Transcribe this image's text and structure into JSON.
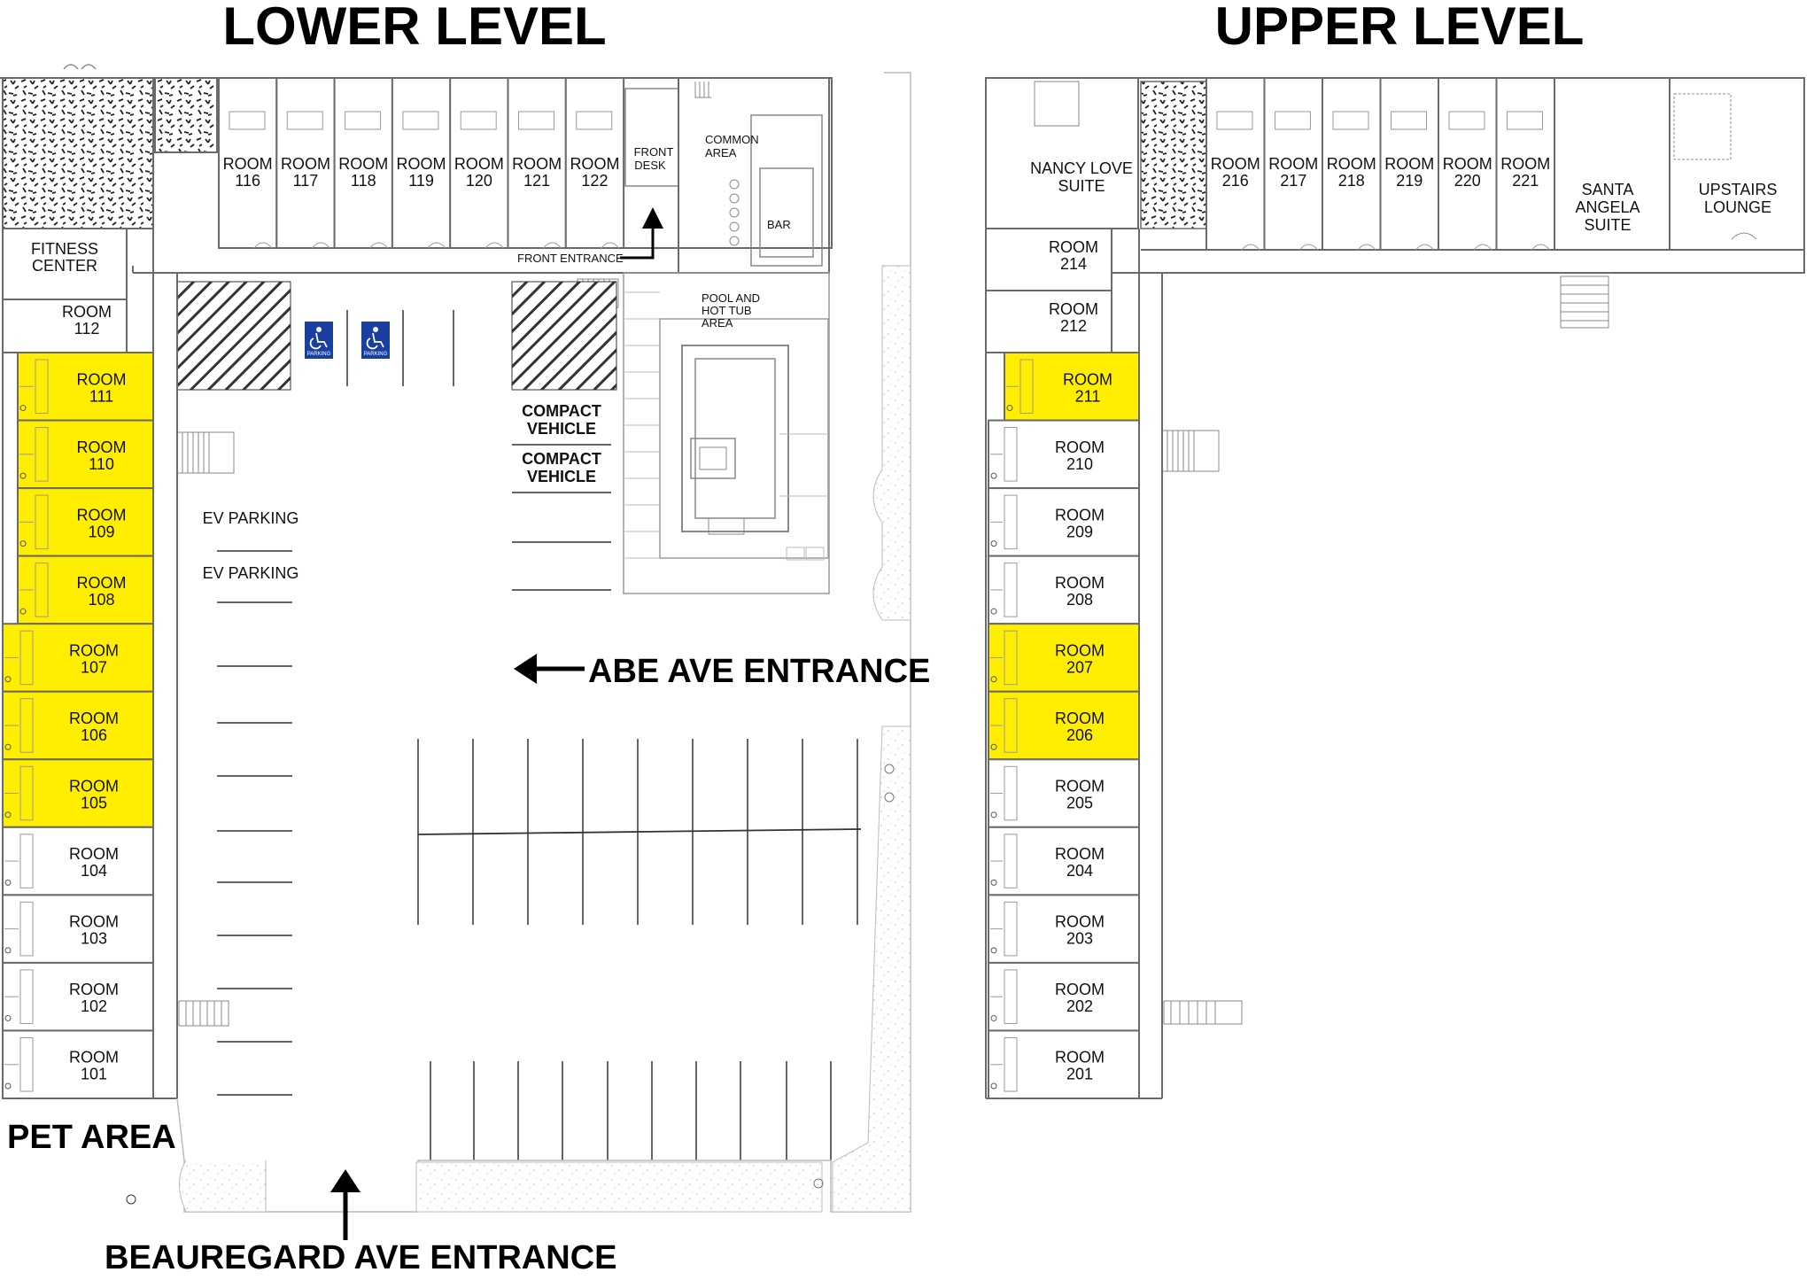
{
  "titles": {
    "lower": "LOWER LEVEL",
    "upper": "UPPER LEVEL"
  },
  "colors": {
    "highlight": "#FFEE00",
    "wall": "#6a6a6a",
    "thin": "#9a9a9a",
    "hatch": "#333333",
    "handicap": "#1a3fa0"
  },
  "lower": {
    "top_rooms": [
      {
        "line1": "ROOM",
        "line2": "116"
      },
      {
        "line1": "ROOM",
        "line2": "117"
      },
      {
        "line1": "ROOM",
        "line2": "118"
      },
      {
        "line1": "ROOM",
        "line2": "119"
      },
      {
        "line1": "ROOM",
        "line2": "120"
      },
      {
        "line1": "ROOM",
        "line2": "121"
      },
      {
        "line1": "ROOM",
        "line2": "122"
      }
    ],
    "front_desk": {
      "line1": "FRONT",
      "line2": "DESK"
    },
    "common_area": {
      "line1": "COMMON",
      "line2": "AREA"
    },
    "bar": "BAR",
    "front_entrance": "FRONT ENTRANCE",
    "pool": {
      "line1": "POOL AND",
      "line2": "HOT TUB",
      "line3": "AREA"
    },
    "fitness": {
      "line1": "FITNESS",
      "line2": "CENTER"
    },
    "room112": {
      "line1": "ROOM",
      "line2": "112"
    },
    "left_rooms": [
      {
        "line1": "ROOM",
        "line2": "111",
        "highlighted": true
      },
      {
        "line1": "ROOM",
        "line2": "110",
        "highlighted": true
      },
      {
        "line1": "ROOM",
        "line2": "109",
        "highlighted": true
      },
      {
        "line1": "ROOM",
        "line2": "108",
        "highlighted": true
      },
      {
        "line1": "ROOM",
        "line2": "107",
        "highlighted": true
      },
      {
        "line1": "ROOM",
        "line2": "106",
        "highlighted": true
      },
      {
        "line1": "ROOM",
        "line2": "105",
        "highlighted": true
      },
      {
        "line1": "ROOM",
        "line2": "104",
        "highlighted": false
      },
      {
        "line1": "ROOM",
        "line2": "103",
        "highlighted": false
      },
      {
        "line1": "ROOM",
        "line2": "102",
        "highlighted": false
      },
      {
        "line1": "ROOM",
        "line2": "101",
        "highlighted": false
      }
    ],
    "parking_badge": "PARKING",
    "compact": [
      {
        "line1": "COMPACT",
        "line2": "VEHICLE"
      },
      {
        "line1": "COMPACT",
        "line2": "VEHICLE"
      }
    ],
    "ev": [
      "EV PARKING",
      "EV PARKING"
    ],
    "abe_entrance": "ABE AVE ENTRANCE",
    "pet_area": "PET AREA",
    "beauregard_entrance": "BEAUREGARD AVE ENTRANCE"
  },
  "upper": {
    "top_rooms": [
      {
        "line1": "ROOM",
        "line2": "216"
      },
      {
        "line1": "ROOM",
        "line2": "217"
      },
      {
        "line1": "ROOM",
        "line2": "218"
      },
      {
        "line1": "ROOM",
        "line2": "219"
      },
      {
        "line1": "ROOM",
        "line2": "220"
      },
      {
        "line1": "ROOM",
        "line2": "221"
      }
    ],
    "nancy": {
      "line1": "NANCY LOVE",
      "line2": "SUITE"
    },
    "santa": {
      "line1": "SANTA",
      "line2": "ANGELA",
      "line3": "SUITE"
    },
    "lounge": {
      "line1": "UPSTAIRS",
      "line2": "LOUNGE"
    },
    "small_rooms": [
      {
        "line1": "ROOM",
        "line2": "214"
      },
      {
        "line1": "ROOM",
        "line2": "212"
      }
    ],
    "left_rooms": [
      {
        "line1": "ROOM",
        "line2": "211",
        "highlighted": true
      },
      {
        "line1": "ROOM",
        "line2": "210",
        "highlighted": false
      },
      {
        "line1": "ROOM",
        "line2": "209",
        "highlighted": false
      },
      {
        "line1": "ROOM",
        "line2": "208",
        "highlighted": false
      },
      {
        "line1": "ROOM",
        "line2": "207",
        "highlighted": true
      },
      {
        "line1": "ROOM",
        "line2": "206",
        "highlighted": true
      },
      {
        "line1": "ROOM",
        "line2": "205",
        "highlighted": false
      },
      {
        "line1": "ROOM",
        "line2": "204",
        "highlighted": false
      },
      {
        "line1": "ROOM",
        "line2": "203",
        "highlighted": false
      },
      {
        "line1": "ROOM",
        "line2": "202",
        "highlighted": false
      },
      {
        "line1": "ROOM",
        "line2": "201",
        "highlighted": false
      }
    ]
  }
}
